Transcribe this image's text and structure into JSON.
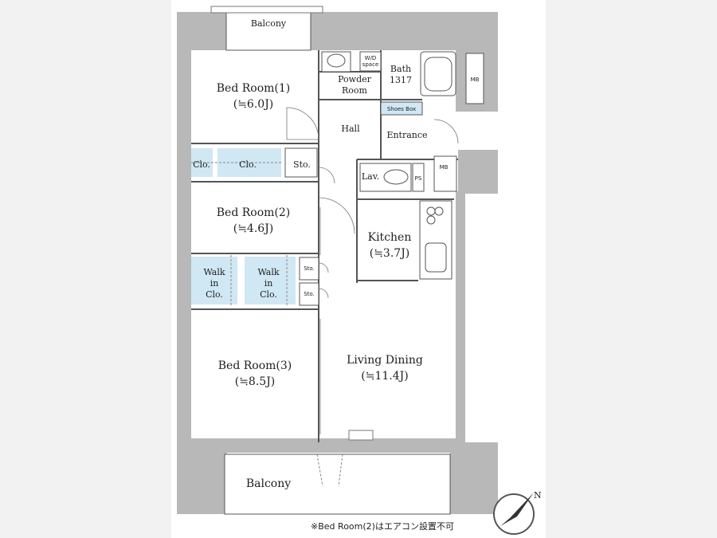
{
  "rooms": {
    "balcony_top": "Balcony",
    "bed1_name": "Bed Room(1)",
    "bed1_size": "(≒6.0J)",
    "bed2_name": "Bed Room(2)",
    "bed2_size": "(≒4.6J)",
    "bed3_name": "Bed Room(3)",
    "bed3_size": "(≒8.5J)",
    "powder1": "Powder",
    "powder2": "Room",
    "wd1": "W/D",
    "wd2": "space",
    "bath1": "Bath",
    "bath2": "1317",
    "mb_top": "MB",
    "mb_mid": "MB",
    "hall": "Hall",
    "shoes": "Shoes Box",
    "entrance": "Entrance",
    "lav": "Lav.",
    "ps": "PS",
    "kitchen_name": "Kitchen",
    "kitchen_size": "(≒3.7J)",
    "clo_a": "Clo.",
    "clo_b": "Clo.",
    "sto_a": "Sto.",
    "sto_b": "Sto.",
    "sto_c": "Sto.",
    "wic1_1": "Walk",
    "wic1_2": "in",
    "wic1_3": "Clo.",
    "wic2_1": "Walk",
    "wic2_2": "in",
    "wic2_3": "Clo.",
    "ld_name": "Living Dining",
    "ld_size": "(≒11.4J)",
    "balcony_bottom": "Balcony"
  },
  "compass": {
    "north": "N"
  },
  "note": "※Bed Room(2)はエアコン設置不可",
  "colors": {
    "wall": "#b8b8b8",
    "closet": "#cfe8f3",
    "background": "#f2f2f2"
  }
}
